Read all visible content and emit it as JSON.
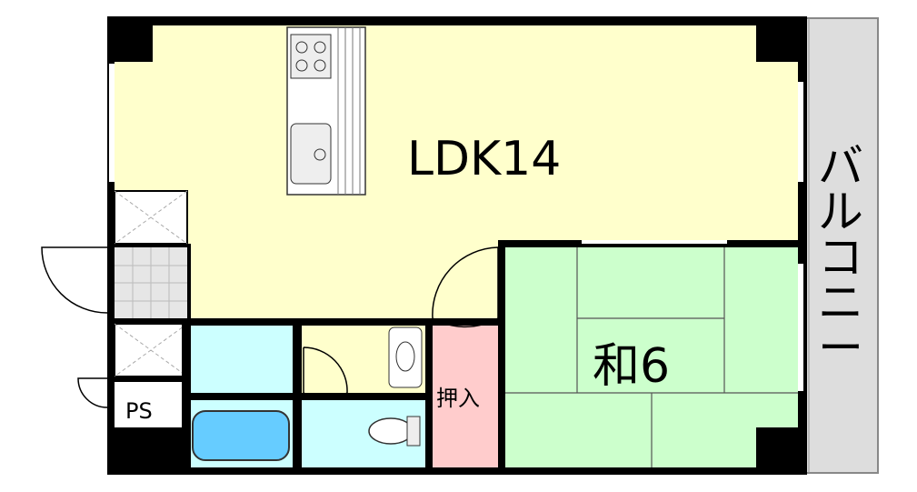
{
  "plan": {
    "rooms": {
      "ldk": {
        "label": "LDK14"
      },
      "washitsu": {
        "label": "和6"
      },
      "oshiire": {
        "label": "押入"
      },
      "ps": {
        "label": "PS"
      },
      "balcony": {
        "label": "バルコニー",
        "chars": [
          "バ",
          "ル",
          "コ",
          "ニ",
          "ー"
        ]
      }
    },
    "colors": {
      "ldk": "#ffffcc",
      "washitsu": "#ccffcc",
      "wet_area": "#ccffff",
      "oshiire": "#ffcccc",
      "balcony": "#dddddd",
      "wall": "#000000",
      "tile": "#cccccc"
    }
  }
}
